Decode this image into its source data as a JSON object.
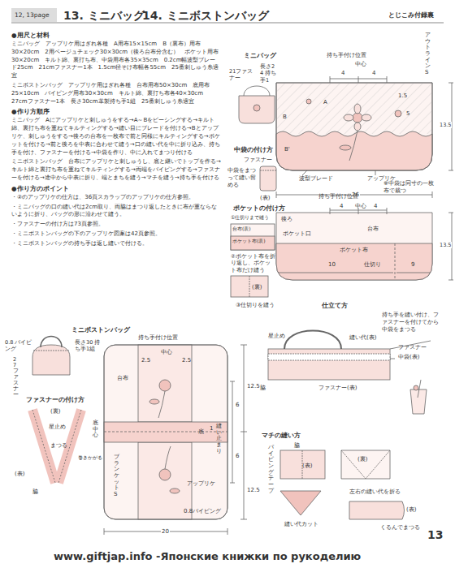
{
  "diagram": {
    "labels": [
      "12, 13page",
      "13. ミニバッグ",
      "14. ミニボストンバッグ",
      "とじこみ付録裏",
      "●用尺と材料",
      "ミニバッグ　アップリケ用はぎれ各種　A用布15×15cm　B（裏布）用布30×20cm　2用ベージュチェック30×30cm（後ろ台布分含む）　ポケット用布30×20cm　キルト綿、裏打ち布、中袋用布各35×35cm　0.2cm幅波型ブレード25cm　21cmファスナー1本　1.5cm径そけ布幅各55cm　25番刺しゅう糸適宜",
      "ミニボストンバッグ　アップリケ用はぎれ各種　台布用布50×30cm　底用布25×10cm　パイピング用布30×30cm　キルト綿、裏打ち布各40×30cm　27cmファスナー1本　長さ30cm革製持ち手1組　25番刺しゅう糸適宜",
      "●作り方順序",
      "ミニバッグ　Aにアップリケと刺しゅうをする→A～Bをピーシングする→キルト綿、裏打ち布を重ねてキルティングする→縫い目にブレードを付ける→Bとアップリケ、刺しゅうをする→後ろの台布を一枚布で前と同様にキルティングする→ポケットを付ける→前と後ろを中表に合わせて縫う→口の縫い代を中に折り込み、持ち手を付け、ファスナーを付ける→中袋を作り、中に入れてまつり付ける",
      "ミニボストンバッグ　台布にアップリケと刺しゅうし、底と継いでトップを作る→キルト綿と裏打ち布を重ねてキルティングする→両端をパイピングする→ファスナーを付ける→途中から中表に折り、端とまちを縫う→マチを縫う→持ち手を付ける",
      "●作り方のポイント",
      "・②のアップリケの仕方は、36頁スカラップのアップリケの仕方参照。",
      "・ミニバッグの口の縫い代は2cm取り、両脇はまつり返したときに布が重ならないように折り、バッグの形に沿わせて縫う。",
      "・ファスナーの付け方は73頁参照。",
      "・ミニボストンバッグの下のアップリケ図案は42頁参照。",
      "・ミニボストンバッグの持ち手は返し縫いで付ける。",
      "ミニバッグ",
      "21ファスナー",
      "長さ24 持ち手1",
      "持ち手付け位置",
      "中心",
      "4",
      "4",
      "アウトラインS",
      "A",
      "1.5",
      "5",
      "B",
      "B'",
      "13.5",
      "波型ブレード",
      "アップリケ",
      "26",
      "中袋の付け方",
      "ファスナー",
      "(表)",
      "中袋をまつって縫い留める",
      "後ろ",
      "持ち手付け位置",
      "中心",
      "4",
      "4",
      "※中袋は同寸の一枚布で裁つ",
      "ポケット口",
      "台布",
      "ポケット布",
      "10",
      "仕切り",
      "9",
      "13.5",
      "ポケットの付け方",
      "①仕切りまで縫う",
      "台布(表)",
      "ポケット布(表)",
      "②ポケット布を折り返し、ポケット布だけ縫う",
      "(裏)",
      "③仕切りを縫う",
      "仕立て方",
      "ファスナー",
      "中袋(表)",
      "星止め",
      "縫い代(表)",
      "持ち手を縫い付け、ファスナーを付けてから中袋をまつる",
      "脇",
      "ファスナー(表)",
      "ミニボストンバッグ",
      "0.8 パイピング",
      "長さ30 持ち手1組",
      "27ファスナー",
      "ファスナーの付け方",
      "(裏)",
      "星止め",
      "まつる",
      "巻きかがる",
      "(表)",
      "脇",
      "持ち手付け位置",
      "中心",
      "2.5",
      "2.5",
      "台布",
      "12.5",
      "6",
      "底中心",
      "底",
      "1",
      "縫い止まり",
      "6",
      "12.5",
      "ブランケットS",
      "アップリケ",
      "0.8パイピング",
      "20",
      "マチの縫い方",
      "脇",
      "パイピングテープ",
      "(表)",
      "(裏)",
      "左右の縫い代を折る",
      "縫い代カット",
      "くるんでまつる",
      "(表)",
      "13",
      "www.giftjap.info -Японские книжки по рукоделию"
    ]
  }
}
